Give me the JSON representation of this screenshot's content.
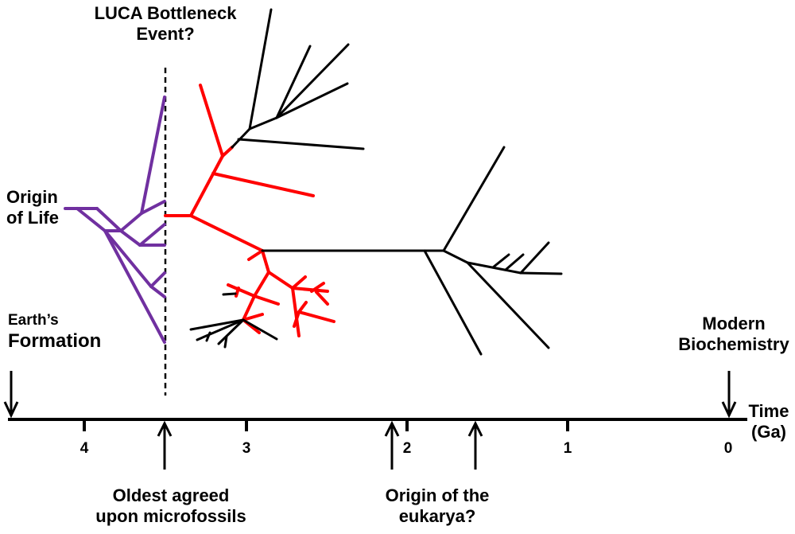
{
  "colors": {
    "axis": "#000000",
    "purple": "#7030a0",
    "red": "#ff0000",
    "black": "#000000"
  },
  "labels": {
    "luca_line1": "LUCA Bottleneck",
    "luca_line2": "Event?",
    "origin_life_line1": "Origin",
    "origin_life_line2": "of Life",
    "earth_line1": "Earth’s",
    "earth_line2": "Formation",
    "modern_line1": "Modern",
    "modern_line2": "Biochemistry",
    "time_line1": "Time",
    "time_line2": "(Ga)",
    "fossils_line1": "Oldest agreed",
    "fossils_line2": "upon microfossils",
    "eukarya_line1": "Origin of the",
    "eukarya_line2": "eukarya?"
  },
  "axis": {
    "ticks": [
      "4",
      "3",
      "2",
      "1",
      "0"
    ]
  }
}
